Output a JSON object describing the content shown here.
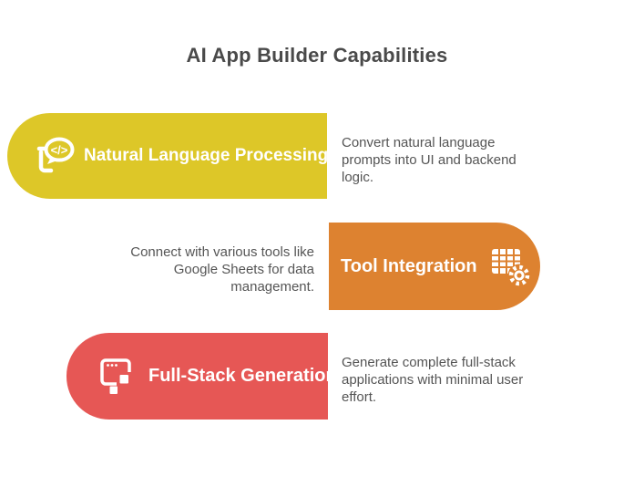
{
  "title": "AI App Builder Capabilities",
  "colors": {
    "yellow": "#ddc728",
    "orange": "#dd8230",
    "red": "#e65755",
    "title_text": "#4a4a4a",
    "description_text": "#555555",
    "pill_label_text": "#ffffff",
    "background": "#ffffff"
  },
  "rows": [
    {
      "label": "Natural Language Processing",
      "description": "Convert natural language prompts into UI and backend logic.",
      "icon": "chat-code-icon",
      "icon_glyph": "</>",
      "color": "#ddc728",
      "pill_side": "left",
      "description_side": "right"
    },
    {
      "label": "Tool Integration",
      "description": "Connect with various tools like Google Sheets for data management.",
      "icon": "spreadsheet-gear-icon",
      "color": "#dd8230",
      "pill_side": "right",
      "description_side": "left"
    },
    {
      "label": "Full-Stack Generation",
      "description": "Generate complete full-stack applications with minimal user effort.",
      "icon": "app-window-icon",
      "color": "#e65755",
      "pill_side": "left",
      "description_side": "right"
    }
  ]
}
